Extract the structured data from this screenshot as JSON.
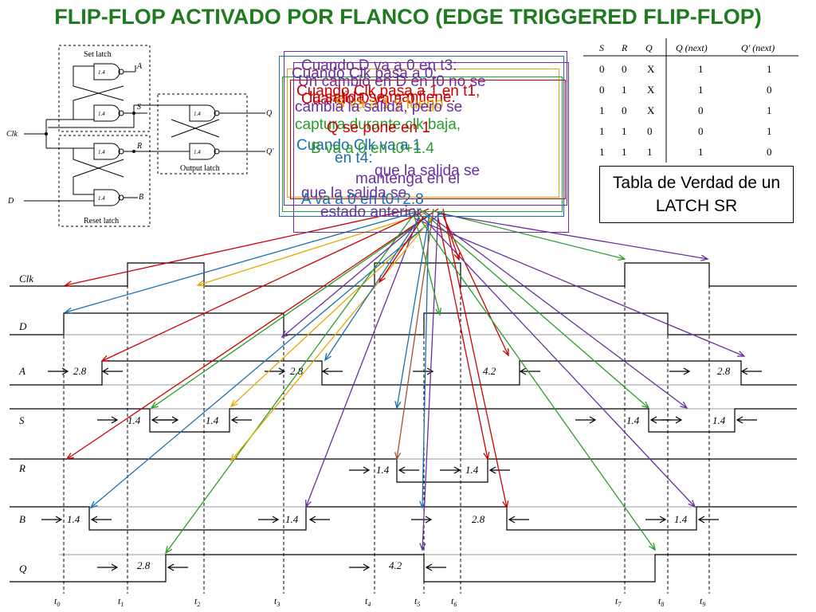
{
  "title": "FLIP-FLOP ACTIVADO POR FLANCO (EDGE TRIGGERED FLIP-FLOP)",
  "circuit": {
    "set_latch_label": "Set latch",
    "reset_latch_label": "Reset latch",
    "output_latch_label": "Output latch",
    "gate_delay": "1.4",
    "nodes": [
      "A",
      "S",
      "R",
      "B",
      "Q",
      "Q'"
    ],
    "inputs": [
      "Clk",
      "D"
    ]
  },
  "truth_table": {
    "headers": [
      "S",
      "R",
      "Q",
      "Q (next)",
      "Q' (next)"
    ],
    "rows": [
      [
        "0",
        "0",
        "X",
        "1",
        "1"
      ],
      [
        "0",
        "1",
        "X",
        "1",
        "0"
      ],
      [
        "1",
        "0",
        "X",
        "0",
        "1"
      ],
      [
        "1",
        "1",
        "0",
        "0",
        "1"
      ],
      [
        "1",
        "1",
        "1",
        "1",
        "0"
      ]
    ],
    "caption": "Tabla de Verdad de un LATCH SR"
  },
  "timing": {
    "signals": [
      "Clk",
      "D",
      "A",
      "S",
      "R",
      "B",
      "Q"
    ],
    "time_labels": [
      "t0",
      "t1",
      "t2",
      "t3",
      "t4",
      "t5",
      "t6",
      "t7",
      "t8",
      "t9"
    ],
    "delays": {
      "A": [
        "2.8",
        "2.8",
        "4.2",
        "2.8"
      ],
      "S": [
        "1.4",
        "1.4",
        "1.4",
        "1.4"
      ],
      "R": [
        "1.4",
        "1.4"
      ],
      "B": [
        "1.4",
        "1.4",
        "2.8",
        "1.4"
      ],
      "Q": [
        "2.8",
        "4.2"
      ]
    }
  },
  "notes": [
    {
      "text": "Cuando D va a 0 en t3:",
      "color": "#6a2fa0"
    },
    {
      "text": "Cuando Clk pasa a 0:",
      "color": "#6a2fa0"
    },
    {
      "text": "Un cambio en D en t0 no se",
      "color": "#6a2fa0"
    },
    {
      "text": "Cuando Clk pasa a 1 en t1,",
      "color": "#cc0000"
    },
    {
      "text": "la salida se mantiene.",
      "color": "#cc0000"
    },
    {
      "text": "Cuando D va a 0,",
      "color": "#cc0000"
    },
    {
      "text": "S va a 1 y luego",
      "color": "#e6a800"
    },
    {
      "text": "cambia la salida, pero se",
      "color": "#6a2fa0"
    },
    {
      "text": "captura durante clk baja,",
      "color": "#2a9d2a"
    },
    {
      "text": "Q se pone en 1",
      "color": "#cc0000"
    },
    {
      "text": "Cuando Clk va a 1",
      "color": "#1a6fb0"
    },
    {
      "text": "en t4:",
      "color": "#1a6fb0"
    },
    {
      "text": "B va a 0 en t0+1.4",
      "color": "#2a9d2a"
    },
    {
      "text": "que la salida se",
      "color": "#6a2fa0"
    },
    {
      "text": "mantenga en el",
      "color": "#6a2fa0"
    },
    {
      "text": "que la salida se",
      "color": "#6a2fa0"
    },
    {
      "text": "A va a 0 en t0+2.8",
      "color": "#1a6fb0"
    },
    {
      "text": "estado anterior",
      "color": "#6a2fa0"
    }
  ]
}
